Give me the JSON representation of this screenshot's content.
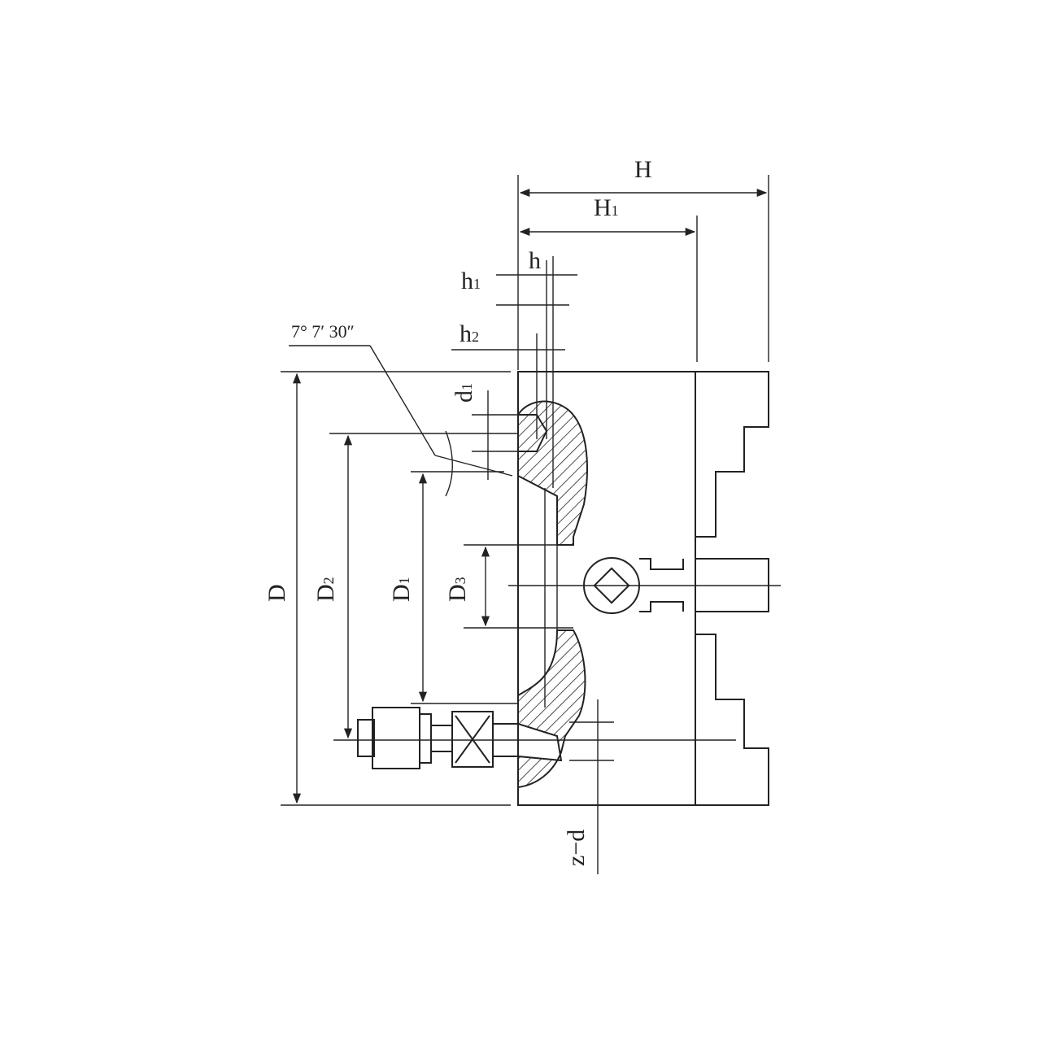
{
  "diagram": {
    "labels": {
      "H": "H",
      "H1": "H",
      "H1_sub": "1",
      "h": "h",
      "h1": "h",
      "h1_sub": "1",
      "h2": "h",
      "h2_sub": "2",
      "angle": "7° 7′ 30″",
      "d1": "d",
      "d1_sub": "1",
      "D": "D",
      "D2": "D",
      "D2_sub": "2",
      "D1": "D",
      "D1_sub": "1",
      "D3": "D",
      "D3_sub": "3",
      "zd": "z−d"
    },
    "colors": {
      "line": "#222222",
      "background": "#ffffff"
    }
  }
}
